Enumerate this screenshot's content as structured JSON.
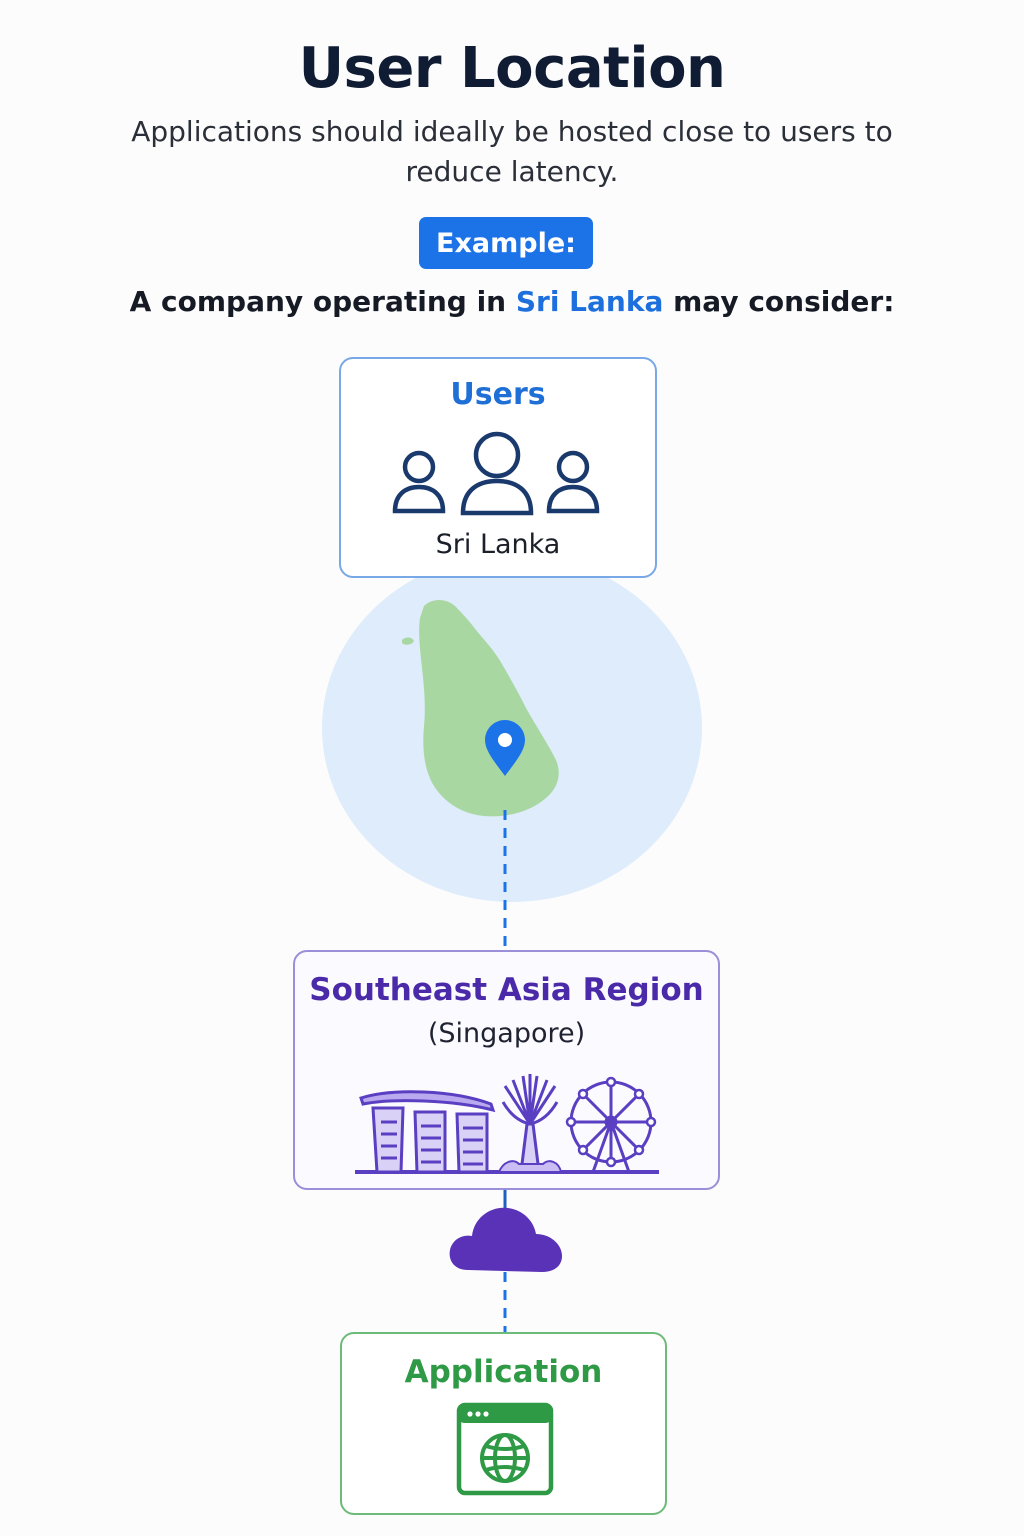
{
  "header": {
    "title": "User Location",
    "subtitle": "Applications should ideally be hosted close to users to reduce latency.",
    "badge": "Example:",
    "intro_prefix": "A company operating in ",
    "intro_highlight": "Sri Lanka",
    "intro_suffix": " may consider:"
  },
  "users_card": {
    "title": "Users",
    "location": "Sri Lanka",
    "icon": "users-group-icon"
  },
  "map": {
    "icon": "location-pin-icon"
  },
  "region_card": {
    "title": "Southeast Asia Region",
    "subtitle": "(Singapore)",
    "icon": "singapore-skyline-icon"
  },
  "cloud": {
    "icon": "cloud-icon"
  },
  "app_card": {
    "title": "Application",
    "icon": "web-globe-icon"
  },
  "colors": {
    "accent_blue": "#1c73e8",
    "region_purple": "#4a2aa8",
    "app_green": "#2f9a45",
    "map_land": "#a9d7a2",
    "map_sea": "#deecfb"
  }
}
